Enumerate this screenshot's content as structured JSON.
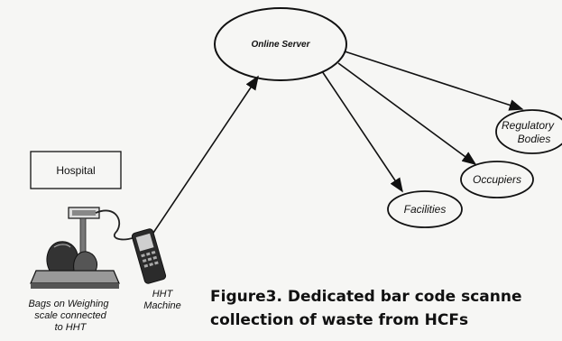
{
  "nodes": {
    "server": "Online Server",
    "hospital": "Hospital",
    "regulatory": [
      "Regulatory",
      "Bodies"
    ],
    "occupiers": "Occupiers",
    "facilities": "Facilities"
  },
  "labels": {
    "bags": [
      "Bags on Weighing",
      "scale connected",
      "to HHT"
    ],
    "hht": [
      "HHT",
      "Machine"
    ]
  },
  "caption": [
    "Figure3. Dedicated bar code scanne",
    "collection of waste from HCFs"
  ],
  "colors": {
    "ink": "#111111",
    "background": "#f6f6f4"
  }
}
